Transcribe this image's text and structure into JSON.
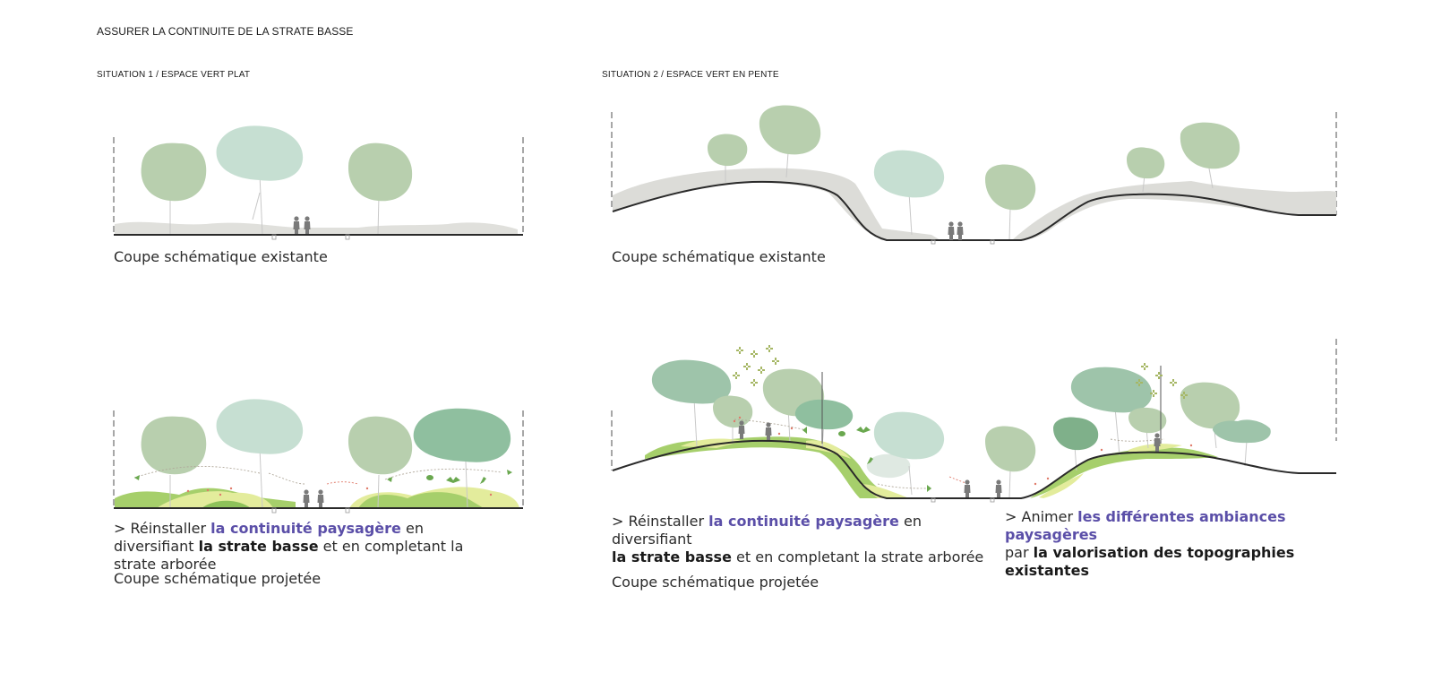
{
  "title": "ASSURER LA CONTINUITE DE LA STRATE BASSE",
  "situation1": {
    "title": "SITUATION 1 / ESPACE VERT PLAT",
    "existing_caption": "Coupe schématique existante",
    "projected_caption": "Coupe schématique projetée",
    "note": {
      "prefix": "> Réinstaller ",
      "highlight": "la continuité paysagère",
      "mid": " en diversifiant ",
      "bold1": "la strate basse",
      "suffix": " et en completant la strate arborée"
    }
  },
  "situation2": {
    "title": "SITUATION 2 / ESPACE VERT EN PENTE",
    "existing_caption": "Coupe schématique existante",
    "projected_caption": "Coupe schématique projetée",
    "note_left": {
      "prefix": "> Réinstaller ",
      "highlight": "la continuité paysagère",
      "mid": " en diversifiant",
      "bold1": "la strate basse",
      "suffix": " et en completant la strate arborée"
    },
    "note_right": {
      "prefix": "> Animer ",
      "highlight": "les différentes ambiances paysagères",
      "mid": "par ",
      "bold1": "la valorisation des topographies existantes"
    }
  },
  "colors": {
    "tree_sage": "#b8cfae",
    "tree_mint": "#c6dfd2",
    "tree_dark": "#8fbf9f",
    "tree_medium": "#9ec4aa",
    "ground_grey": "#dcdcd8",
    "lime": "#a6cf6b",
    "yellow": "#e3ec9c",
    "highlight_purple": "#5b4fa8"
  }
}
